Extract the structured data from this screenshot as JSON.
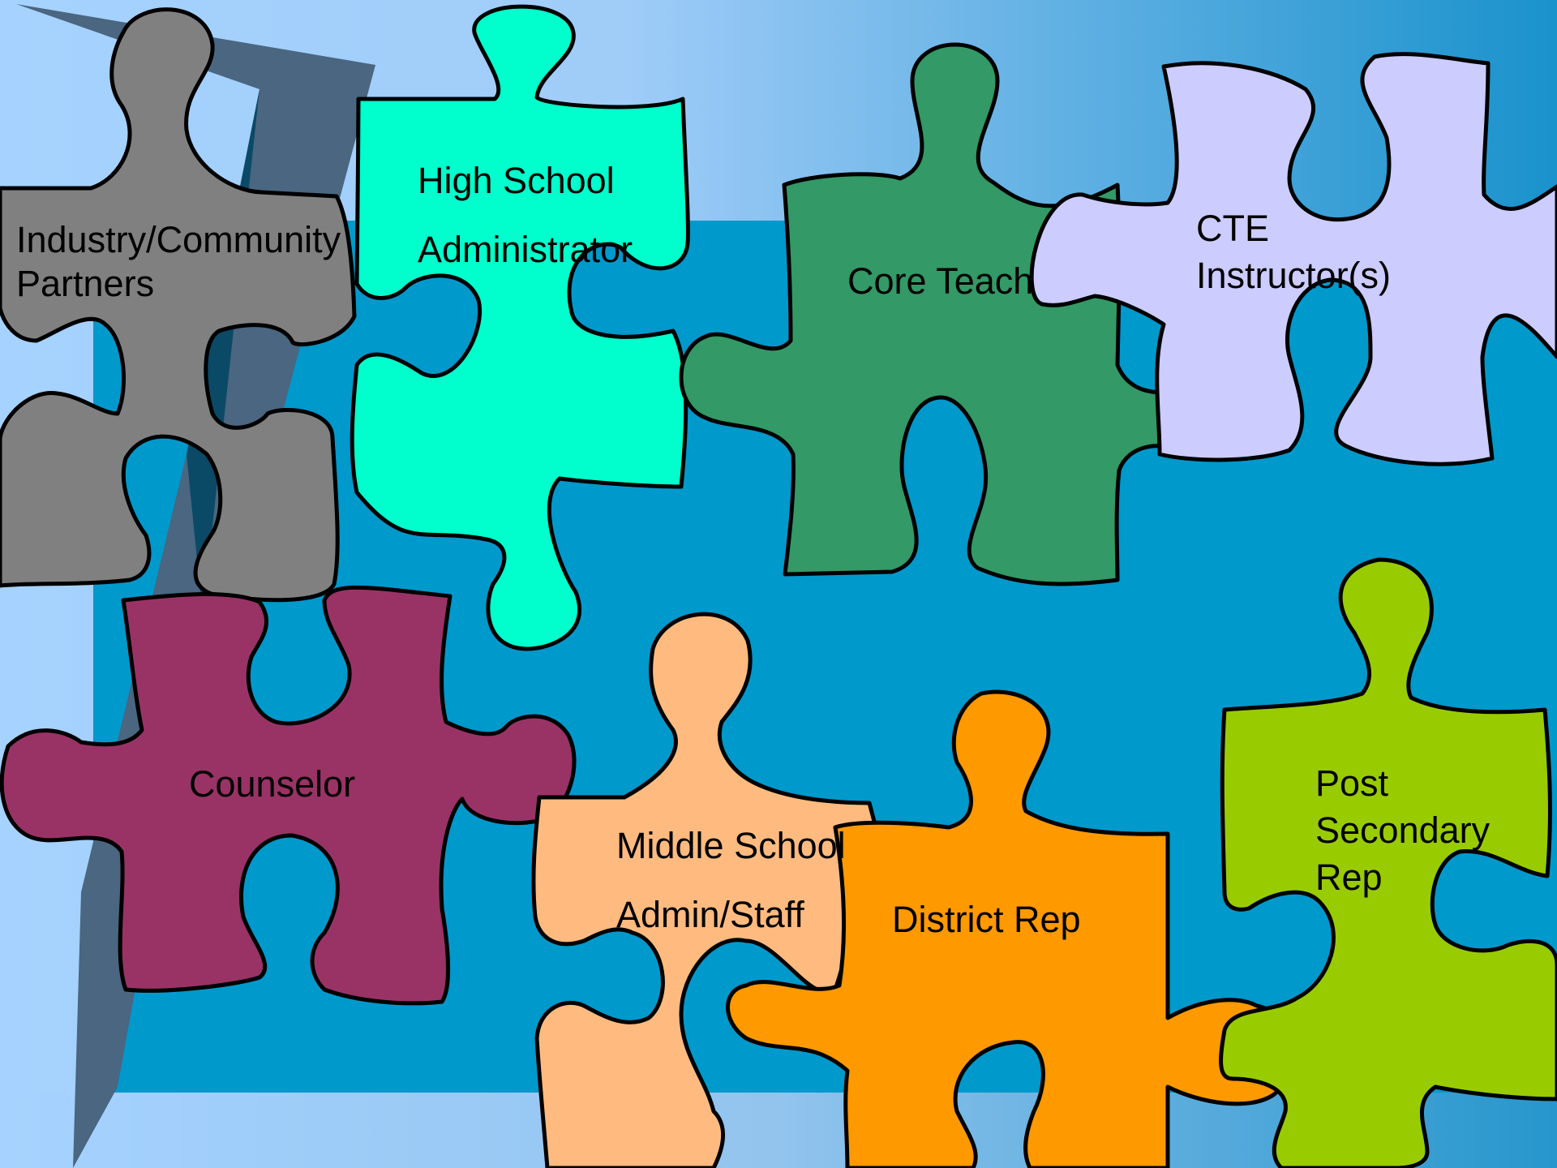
{
  "colors": {
    "background_light": "#a6d2ff",
    "background_blue": "#0099cc",
    "accent_dark": "#4a6680",
    "industry": "#808080",
    "high_school": "#00ffcc",
    "core_teacher": "#339966",
    "cte": "#ccccff",
    "counselor": "#993366",
    "middle_school": "#ffbb7f",
    "district": "#ff9900",
    "post_secondary": "#99cc00"
  },
  "pieces": {
    "industry": {
      "line1": "Industry/Community",
      "line2": "Partners"
    },
    "high_school": {
      "line1": "High School",
      "line2": "Administrator"
    },
    "core_teacher": {
      "line1": "Core Teach"
    },
    "cte": {
      "line1": "CTE",
      "line2": "Instructor(s)"
    },
    "counselor": {
      "line1": "Counselor"
    },
    "middle_school": {
      "line1": "Middle School",
      "line2": "Admin/Staff"
    },
    "district": {
      "line1": "District Rep"
    },
    "post_secondary": {
      "line1": "Post",
      "line2": "Secondary",
      "line3": "Rep"
    }
  }
}
